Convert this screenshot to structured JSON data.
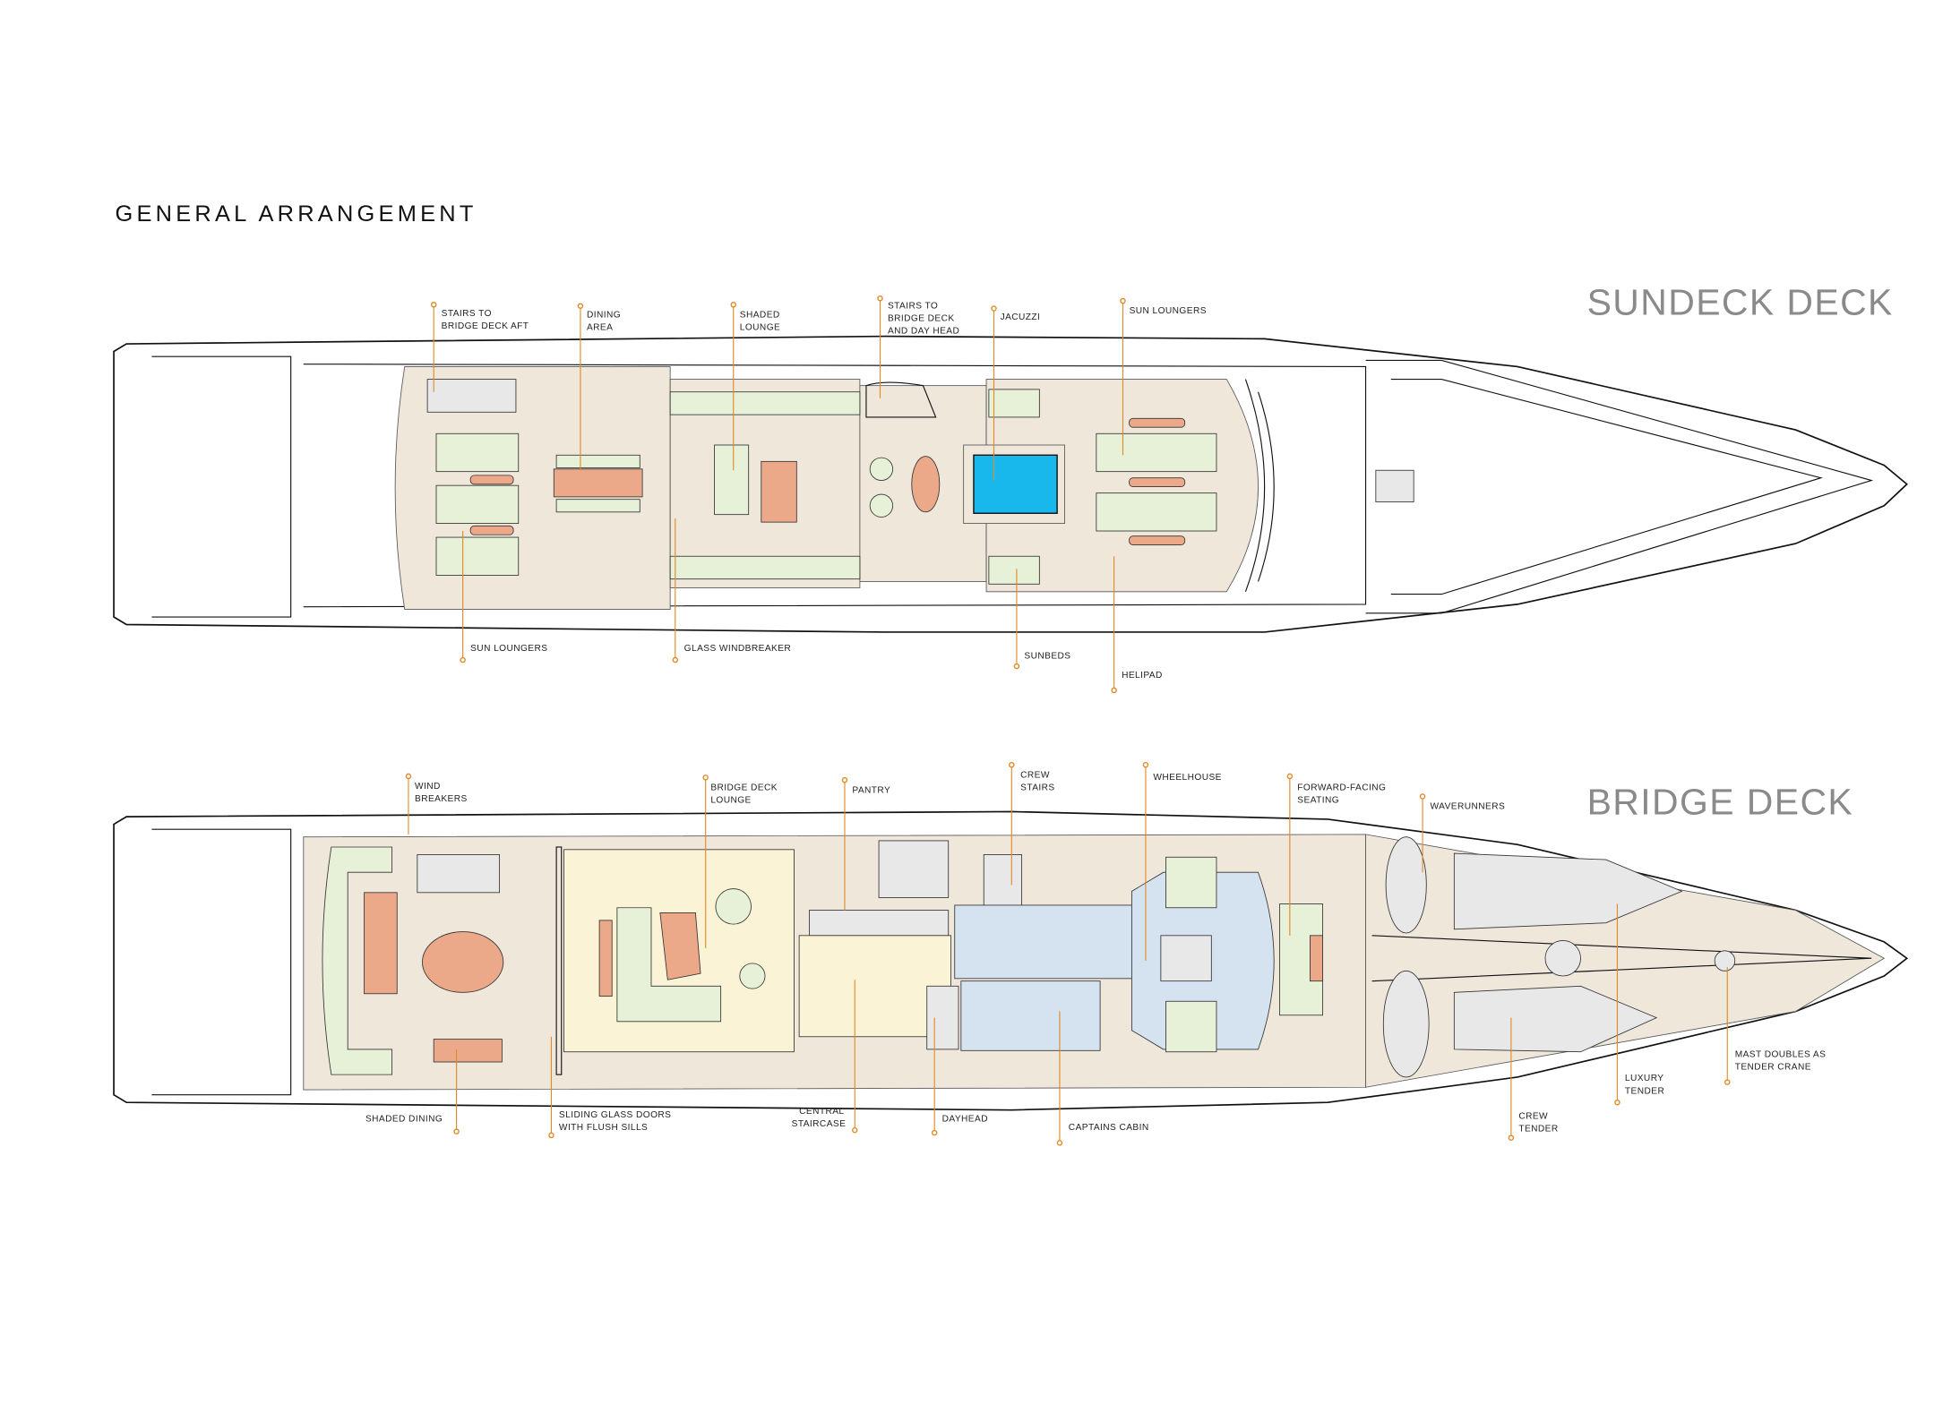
{
  "title": "GENERAL ARRANGEMENT",
  "colors": {
    "accent": "#e08a2a",
    "deck_wood": "#efe7da",
    "lounge_green": "#e6f1d8",
    "table_salmon": "#eca98a",
    "pool_blue": "#19b8ec",
    "wheelhouse_blue": "#d5e3f1",
    "lounge_yellow": "#fbf3d5"
  },
  "sundeck": {
    "name": "SUNDECK DECK",
    "labels_top": [
      {
        "lines": [
          "STAIRS TO",
          "BRIDGE DECK AFT"
        ]
      },
      {
        "lines": [
          "DINING",
          "AREA"
        ]
      },
      {
        "lines": [
          "SHADED",
          "LOUNGE"
        ]
      },
      {
        "lines": [
          "STAIRS TO",
          "BRIDGE DECK",
          "AND DAY HEAD"
        ]
      },
      {
        "lines": [
          "JACUZZI"
        ]
      },
      {
        "lines": [
          "SUN LOUNGERS"
        ]
      }
    ],
    "labels_bottom": [
      {
        "lines": [
          "SUN LOUNGERS"
        ]
      },
      {
        "lines": [
          "GLASS WINDBREAKER"
        ]
      },
      {
        "lines": [
          "SUNBEDS"
        ]
      },
      {
        "lines": [
          "HELIPAD"
        ]
      }
    ]
  },
  "bridge": {
    "name": "BRIDGE DECK",
    "labels_top": [
      {
        "lines": [
          "WIND",
          "BREAKERS"
        ]
      },
      {
        "lines": [
          "BRIDGE DECK",
          "LOUNGE"
        ]
      },
      {
        "lines": [
          "PANTRY"
        ]
      },
      {
        "lines": [
          "CREW",
          "STAIRS"
        ]
      },
      {
        "lines": [
          "WHEELHOUSE"
        ]
      },
      {
        "lines": [
          "FORWARD-FACING",
          "SEATING"
        ]
      },
      {
        "lines": [
          "WAVERUNNERS"
        ]
      }
    ],
    "labels_bottom": [
      {
        "lines": [
          "SHADED DINING"
        ]
      },
      {
        "lines": [
          "SLIDING GLASS DOORS",
          "WITH FLUSH SILLS"
        ]
      },
      {
        "lines": [
          "CENTRAL",
          "STAIRCASE"
        ]
      },
      {
        "lines": [
          "DAYHEAD"
        ]
      },
      {
        "lines": [
          "CAPTAINS CABIN"
        ]
      },
      {
        "lines": [
          "CREW",
          "TENDER"
        ]
      },
      {
        "lines": [
          "LUXURY",
          "TENDER"
        ]
      },
      {
        "lines": [
          "MAST DOUBLES AS",
          "TENDER CRANE"
        ]
      }
    ]
  }
}
